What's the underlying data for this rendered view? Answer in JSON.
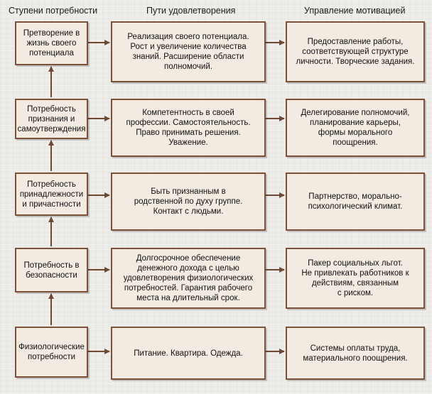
{
  "headers": {
    "col1": "Ступени потребности",
    "col2": "Пути удовлетворения",
    "col3": "Управление мотивацией"
  },
  "rows": [
    {
      "need": "Претворение в\nжизнь своего\nпотенциала",
      "ways": "Реализация своего потенциала.\nРост и увеличение количества\nзнаний. Расширение области\nполномочий.",
      "management": "Предоставление работы,\nсоответствующей структуре\nличности. Творческие задания."
    },
    {
      "need": "Потребность\nпризнания и\nсамоутверждения",
      "ways": "Компетентность в своей\nпрофессии. Самостоятельность.\nПраво принимать решения.\nУважение.",
      "management": "Делегирование полномочий,\nпланирование карьеры,\nформы морального\nпоощрения."
    },
    {
      "need": "Потребность\nпринадлежности\nи причастности",
      "ways": "Быть признанным в\nродственной по духу группе.\nКонтакт с людьми.",
      "management": "Партнерство, морально-\nпсихологический климат."
    },
    {
      "need": "Потребность в\nбезопасности",
      "ways": "Долгосрочное обеспечение\nденежного дохода с целью\nудовлетворения физиологических\nпотребностей. Гарантия  рабочего\nместа на длительный срок.",
      "management": "Пакер социальных льгот.\nНе привлекать работников к\nдействиям, связанным\nс риском."
    },
    {
      "need": "Физиологические\nпотребности",
      "ways": "Питание. Квартира. Одежда.",
      "management": "Системы оплаты труда,\nматериального поощрения."
    }
  ],
  "colors": {
    "box_border": "#7b5138",
    "box_fill": "#f3ebe2",
    "arrow": "#6e4a34"
  }
}
